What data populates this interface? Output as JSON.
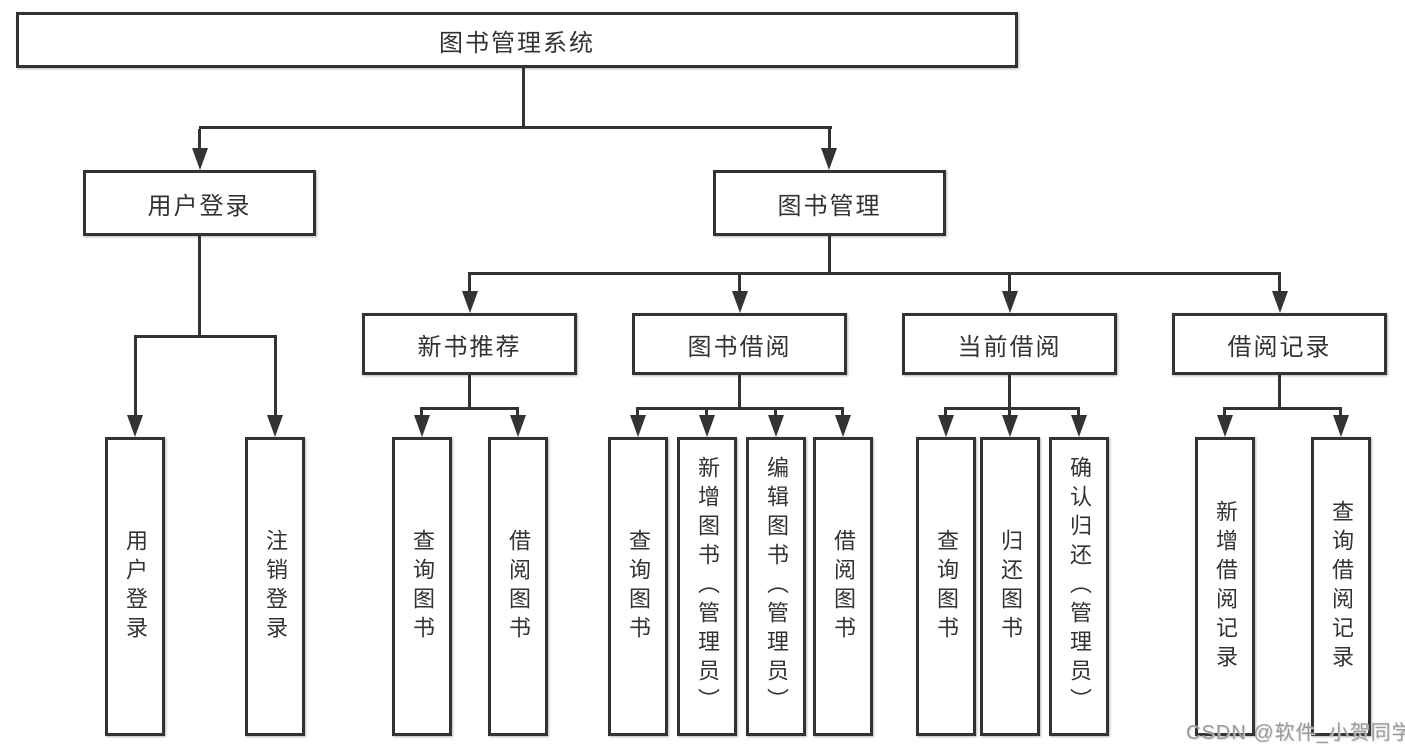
{
  "diagram": {
    "title": "图书管理系统",
    "level2": [
      {
        "id": "user-login",
        "label": "用户登录",
        "parent": "root"
      },
      {
        "id": "book-mgmt",
        "label": "图书管理",
        "parent": "root"
      }
    ],
    "level3": [
      {
        "id": "new-book",
        "label": "新书推荐",
        "parent": "book-mgmt"
      },
      {
        "id": "book-borrow",
        "label": "图书借阅",
        "parent": "book-mgmt"
      },
      {
        "id": "current-borrow",
        "label": "当前借阅",
        "parent": "book-mgmt"
      },
      {
        "id": "borrow-record",
        "label": "借阅记录",
        "parent": "book-mgmt"
      }
    ],
    "leaves": [
      {
        "id": "user-login-leaf",
        "label": "用户登录",
        "parent": "user-login"
      },
      {
        "id": "logout-leaf",
        "label": "注销登录",
        "parent": "user-login"
      },
      {
        "id": "nb-query-books",
        "label": "查询图书",
        "parent": "new-book"
      },
      {
        "id": "nb-borrow-books",
        "label": "借阅图书",
        "parent": "new-book"
      },
      {
        "id": "bb-query-books",
        "label": "查询图书",
        "parent": "book-borrow"
      },
      {
        "id": "bb-add-books-admin",
        "label": "新增图书（管理员）",
        "parent": "book-borrow"
      },
      {
        "id": "bb-edit-books-admin",
        "label": "编辑图书（管理员）",
        "parent": "book-borrow"
      },
      {
        "id": "bb-borrow-books",
        "label": "借阅图书",
        "parent": "book-borrow"
      },
      {
        "id": "cb-query-books",
        "label": "查询图书",
        "parent": "current-borrow"
      },
      {
        "id": "cb-return-books",
        "label": "归还图书",
        "parent": "current-borrow"
      },
      {
        "id": "cb-confirm-return-admin",
        "label": "确认归还（管理员）",
        "parent": "current-borrow"
      },
      {
        "id": "br-add-record",
        "label": "新增借阅记录",
        "parent": "borrow-record"
      },
      {
        "id": "br-query-record",
        "label": "查询借阅记录",
        "parent": "borrow-record"
      }
    ]
  },
  "watermark": {
    "text": "CSDN @软件_小贺同学"
  },
  "colors": {
    "line": "#333333",
    "text": "#333333",
    "box_background": "#ffffff",
    "page_background": "#ffffff",
    "watermark": "#9a9a9a"
  }
}
